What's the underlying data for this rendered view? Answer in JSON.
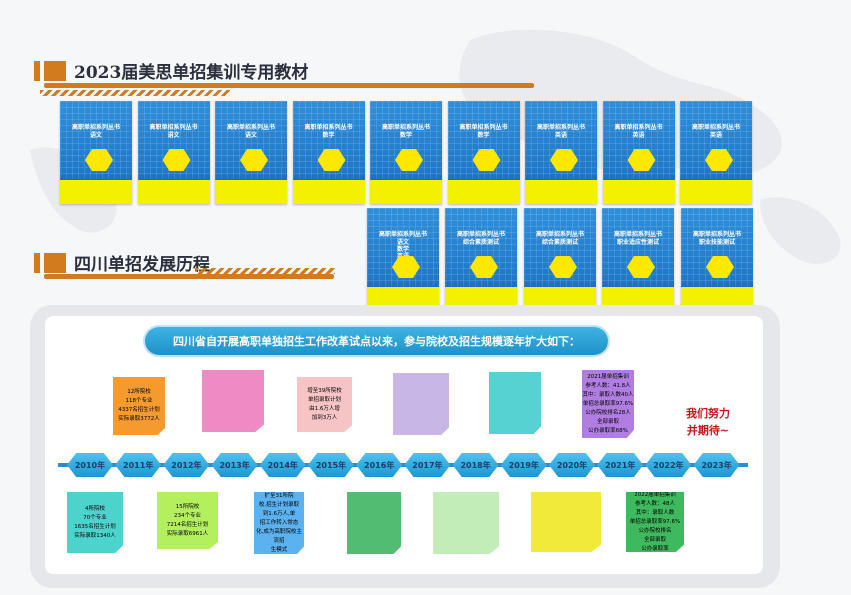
{
  "heading1": "2023届美思单招集训专用教材",
  "heading2": "四川单招发展历程",
  "banner": "四川省自开展高职单独招生工作改革试点以来，参与院校及招生规模逐年扩大如下：",
  "slogan": "我们努力\n并期待~",
  "books": [
    {
      "series": "高职单招系列丛书",
      "subject": "语文"
    },
    {
      "series": "高职单招系列丛书",
      "subject": "语文"
    },
    {
      "series": "高职单招系列丛书",
      "subject": "语文"
    },
    {
      "series": "高职单招系列丛书",
      "subject": "数学"
    },
    {
      "series": "高职单招系列丛书",
      "subject": "数学"
    },
    {
      "series": "高职单招系列丛书",
      "subject": "数学"
    },
    {
      "series": "高职单招系列丛书",
      "subject": "英语"
    },
    {
      "series": "高职单招系列丛书",
      "subject": "英语"
    },
    {
      "series": "高职单招系列丛书",
      "subject": "英语"
    },
    {
      "series": "高职单招系列丛书",
      "subject": "语文\n数学\n英语"
    },
    {
      "series": "高职单招系列丛书",
      "subject": "综合素质测试"
    },
    {
      "series": "高职单招系列丛书",
      "subject": "综合素质测试"
    },
    {
      "series": "高职单招系列丛书",
      "subject": "职业适应性测试"
    },
    {
      "series": "高职单招系列丛书",
      "subject": "职业技能测试"
    }
  ],
  "years": [
    "2010年",
    "2011年",
    "2012年",
    "2013年",
    "2014年",
    "2015年",
    "2016年",
    "2017年",
    "2018年",
    "2019年",
    "2020年",
    "2021年",
    "2022年",
    "2023年"
  ],
  "cards_top": [
    {
      "text": "12所院校\n118个专业\n4337名招生计划\n实际录取3772人",
      "color": "#f59a2e"
    },
    {
      "text": "",
      "color": "#f08ac5"
    },
    {
      "text": "增至39所院校\n单招录取计划\n由1.6万人增\n加到3万人",
      "color": "#f7c4c6"
    },
    {
      "text": "",
      "color": "#c7b6e6"
    },
    {
      "text": "",
      "color": "#56d2d2"
    },
    {
      "text": "2021届单招集训\n参考人数：41.8人\n其中：录取人数40人\n单招总录取率97.6%\n公办院校排名28人\n全部录取\n公办录取率68%",
      "color": "#b07ee0"
    }
  ],
  "cards_bottom": [
    {
      "text": "4所院校\n70个专业\n1635名招生计划\n实际录取1340人",
      "color": "#4cd4cc"
    },
    {
      "text": "15所院校\n234个专业\n7214名招生计划\n实际录取6961人",
      "color": "#b4ef5d"
    },
    {
      "text": "扩至31所院\n校,招生计划录取\n到1.6万人,单\n招工作转入常态\n化,成为高职院校主流招\n生模式",
      "color": "#5bb2ef"
    },
    {
      "text": "",
      "color": "#52bd72"
    },
    {
      "text": "",
      "color": "#c2ecb8"
    },
    {
      "text": "",
      "color": "#f1ea3a"
    },
    {
      "text": "2022届单招集训\n参考人数：48人\n其中：录取人数\n单招总录取率97.6%\n公办院校排名\n全部录取\n公办录取率",
      "color": "#3fb95e"
    }
  ]
}
